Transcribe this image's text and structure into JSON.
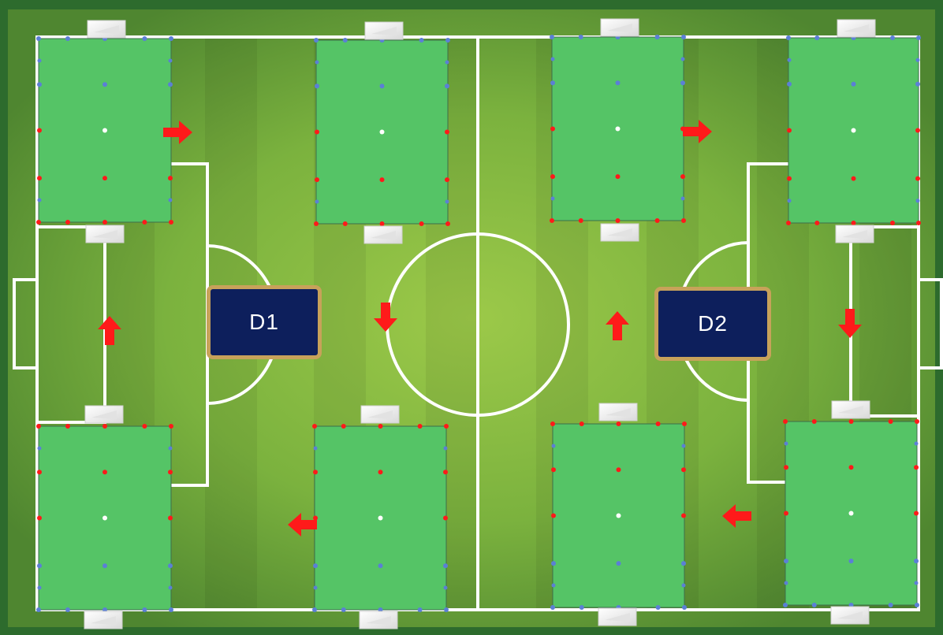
{
  "labels": {
    "d1": "D1",
    "d2": "D2"
  },
  "colors": {
    "outer_border": "#2d6b2d",
    "pitch_light": "#8fc043",
    "pitch_dark": "#5a8f34",
    "lines": "#ffffff",
    "zone_fill": "#55c466",
    "zone_border": "#3d6e4a",
    "dot_red": "#ff1a1a",
    "dot_blue": "#5b7fd6",
    "dot_white": "#ffffff",
    "arrow": "#ff1a1a",
    "label_bg": "#0d1f5c",
    "label_border": "#c7a25a",
    "cone": "#ececec"
  },
  "zones": [
    {
      "id": "top-left-1",
      "arrow": "right"
    },
    {
      "id": "top-left-2",
      "arrow": "none"
    },
    {
      "id": "top-right-1",
      "arrow": "right"
    },
    {
      "id": "top-right-2",
      "arrow": "none"
    },
    {
      "id": "bottom-left-1",
      "arrow": "none"
    },
    {
      "id": "bottom-left-2",
      "arrow": "left"
    },
    {
      "id": "bottom-right-1",
      "arrow": "none"
    },
    {
      "id": "bottom-right-2",
      "arrow": "none"
    }
  ],
  "arrows": [
    {
      "id": "arrow-zone-tl1",
      "direction": "right"
    },
    {
      "id": "arrow-zone-tr1",
      "direction": "right"
    },
    {
      "id": "arrow-left-box",
      "direction": "up"
    },
    {
      "id": "arrow-left-half",
      "direction": "down"
    },
    {
      "id": "arrow-right-half",
      "direction": "up"
    },
    {
      "id": "arrow-right-box",
      "direction": "down"
    },
    {
      "id": "arrow-zone-bl2",
      "direction": "left"
    },
    {
      "id": "arrow-zone-br2",
      "direction": "left"
    }
  ]
}
